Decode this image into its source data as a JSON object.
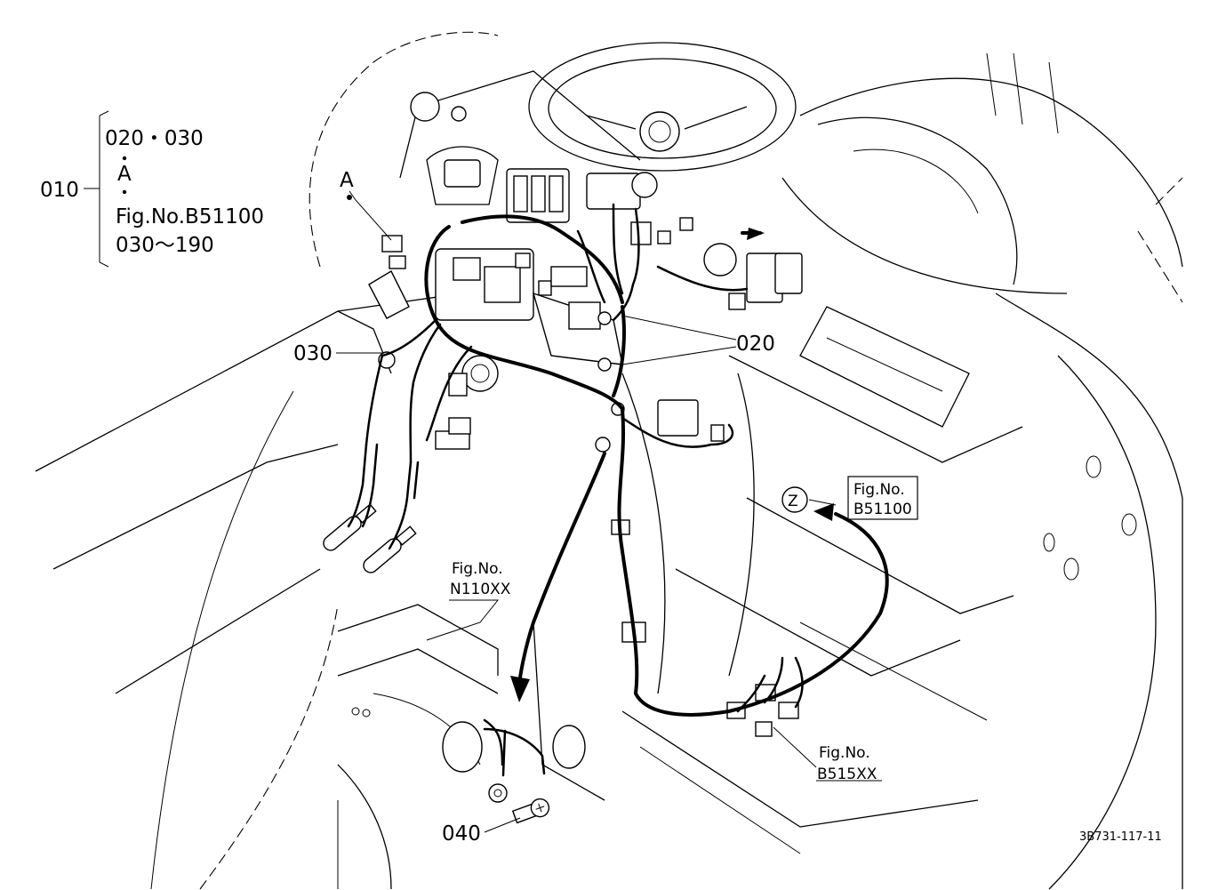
{
  "labels": {
    "assembly_010": "010",
    "group_line1": "020・030",
    "group_line2": "A",
    "group_line3": "Fig.No.B51100",
    "group_line4": "030～190",
    "callout_A": "A",
    "part_020": "020",
    "part_030": "030",
    "part_040": "040",
    "ref_z": "Z"
  },
  "references": {
    "b51100_line1": "Fig.No.",
    "b51100_line2": "B51100",
    "n110xx_line1": "Fig.No.",
    "n110xx_line2": "N110XX",
    "b515xx_line1": "Fig.No.",
    "b515xx_line2": "B515XX"
  },
  "drawing_number": "3B731-117-11"
}
